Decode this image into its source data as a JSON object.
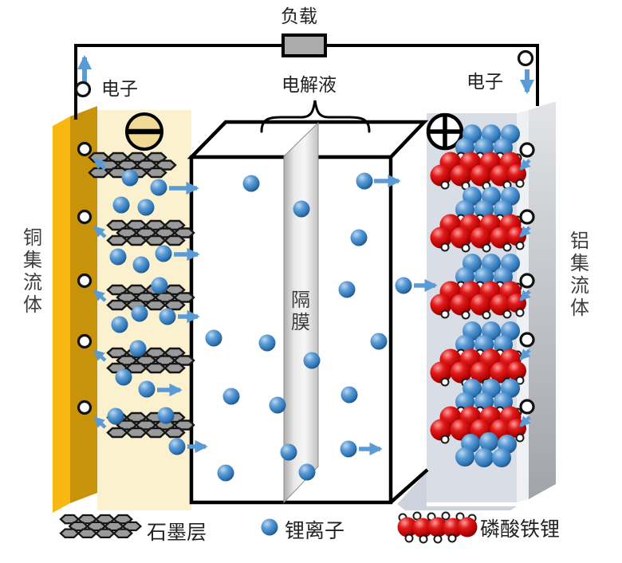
{
  "labels": {
    "load": "负载",
    "electron_left": "电子",
    "electron_right": "电子",
    "electrolyte": "电解液",
    "separator": "隔膜",
    "separator_chars": [
      "隔",
      "膜"
    ],
    "copper_collector": "铜集流体",
    "copper_collector_chars": [
      "铜",
      "集",
      "流",
      "体"
    ],
    "aluminum_collector": "铝集流体",
    "aluminum_collector_chars": [
      "铝",
      "集",
      "流",
      "体"
    ]
  },
  "terminals": {
    "negative": "−",
    "positive": "+"
  },
  "legend": {
    "items": [
      {
        "symbol": "graphite-stack-icon",
        "label": "石墨层"
      },
      {
        "symbol": "blue-sphere-icon",
        "label": "锂离子"
      },
      {
        "symbol": "red-sphere-row-icon",
        "label": "磷酸铁锂"
      }
    ]
  },
  "counts": {
    "graphite_stacks": 5,
    "lfp_clusters": 5,
    "anode_electron_ports": 5,
    "cathode_electron_ports": 5,
    "anode_ion_exit_arrows": 5,
    "cathode_ion_entry_arrows": 3
  },
  "colors": {
    "copper_bright": "#F9B711",
    "copper_dark": "#C8920B",
    "anode_bg": "#FBF1CE",
    "cathode_front": "#D8DDE6",
    "cathode_side": "#AEB2B7",
    "separator_gray": "#D9D9D9",
    "ion_blue": "#2E75B6",
    "arrow_blue": "#5B9BD5",
    "lfp_red": "#CC0000",
    "graphite_gray": "#9A9A9A",
    "resistor_fill": "#ABABAB",
    "outline": "#000000"
  }
}
